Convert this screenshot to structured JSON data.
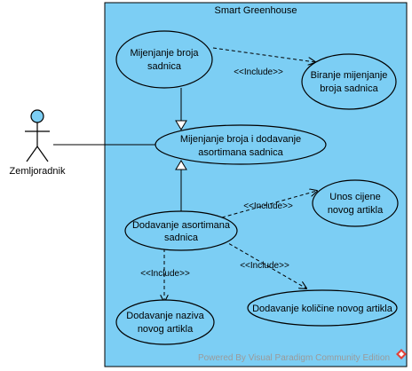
{
  "system": {
    "title": "Smart Greenhouse"
  },
  "actor": {
    "name": "Zemljoradnik"
  },
  "use_cases": {
    "uc1": [
      "Mijenjanje broja",
      "sadnica"
    ],
    "uc2": [
      "Biranje mijenjanje",
      "broja sadnica"
    ],
    "uc3": [
      "Mijenjanje broja i dodavanje",
      "asortimana sadnica"
    ],
    "uc4": [
      "Dodavanje asortimana",
      "sadnica"
    ],
    "uc5": [
      "Unos cijene",
      "novog artikla"
    ],
    "uc6": [
      "Dodavanje naziva",
      "novog artikla"
    ],
    "uc7": [
      "Dodavanje količine novog artikla"
    ]
  },
  "relations": {
    "include1": "<<Include>>",
    "include2": "<<Include>>",
    "include3": "<<Include>>",
    "include4": "<<Include>>"
  },
  "watermark": {
    "text": "Powered By  Visual Paradigm Community Edition"
  },
  "colors": {
    "system_fill": "#7ccef4",
    "usecase_fill": "#7ccef4",
    "actor_head": "#7ccef4",
    "watermark_icon": "#e0433a"
  }
}
